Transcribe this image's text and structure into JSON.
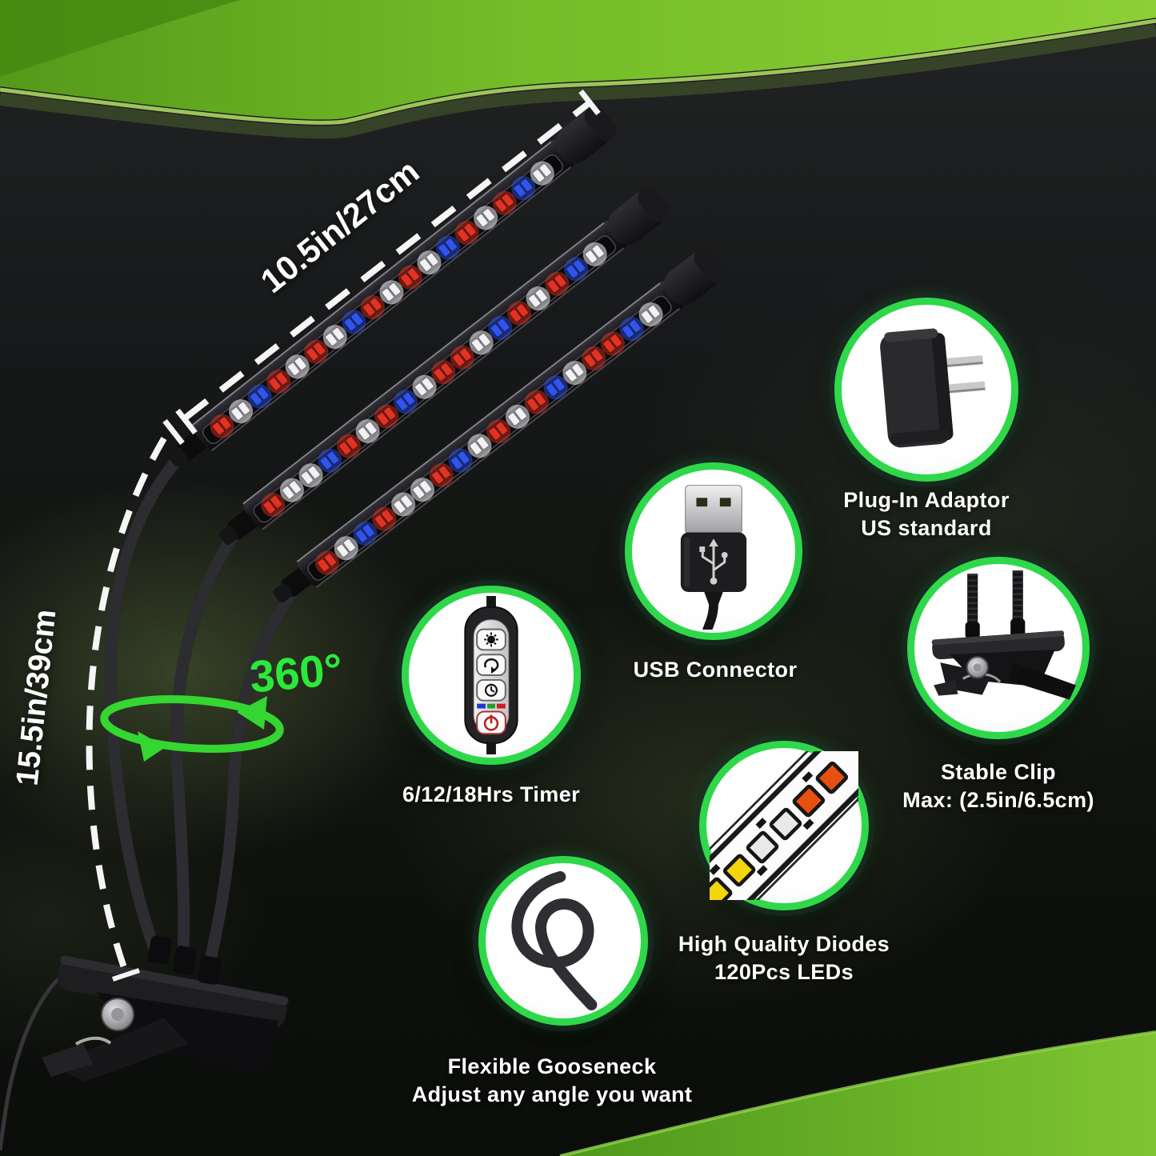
{
  "measurements": {
    "bar_length": "10.5in/27cm",
    "height": "15.5in/39cm",
    "rotation_angle": "360°"
  },
  "features": [
    {
      "id": "timer",
      "icon": "timer-remote-icon",
      "lines": [
        "6/12/18Hrs Timer"
      ]
    },
    {
      "id": "usb",
      "icon": "usb-plug-icon",
      "lines": [
        "USB Connector"
      ]
    },
    {
      "id": "adaptor",
      "icon": "power-adaptor-icon",
      "lines": [
        "Plug-In Adaptor",
        "US standard"
      ]
    },
    {
      "id": "clip",
      "icon": "clamp-icon",
      "lines": [
        "Stable Clip",
        "Max: (2.5in/6.5cm)"
      ]
    },
    {
      "id": "diodes",
      "icon": "led-strip-icon",
      "lines": [
        "High Quality Diodes",
        "120Pcs LEDs"
      ]
    },
    {
      "id": "gooseneck",
      "icon": "gooseneck-icon",
      "lines": [
        "Flexible Gooseneck",
        "Adjust any angle you want"
      ]
    }
  ],
  "colors": {
    "accent_ring_green": "#2fd84a",
    "rotation_green": "#2be93a",
    "band_green_dark": "#55991a",
    "band_green_light": "#8ccf36",
    "label_text": "#ffffff",
    "led_red": "#e23222",
    "led_white": "#f2f2f6",
    "led_blue": "#3055ee"
  },
  "product": {
    "bars": [
      {
        "leds": [
          "red",
          "white",
          "blue",
          "red",
          "white",
          "red",
          "white",
          "blue",
          "red",
          "white",
          "red",
          "white",
          "blue",
          "red",
          "white",
          "red",
          "blue",
          "white"
        ]
      },
      {
        "leds": [
          "red",
          "white",
          "white",
          "blue",
          "red",
          "white",
          "red",
          "blue",
          "white",
          "red",
          "red",
          "white",
          "blue",
          "red",
          "white",
          "red",
          "blue",
          "white"
        ]
      },
      {
        "leds": [
          "red",
          "white",
          "blue",
          "red",
          "white",
          "white",
          "red",
          "blue",
          "white",
          "red",
          "white",
          "red",
          "blue",
          "white",
          "red",
          "red",
          "blue",
          "white"
        ]
      }
    ]
  }
}
